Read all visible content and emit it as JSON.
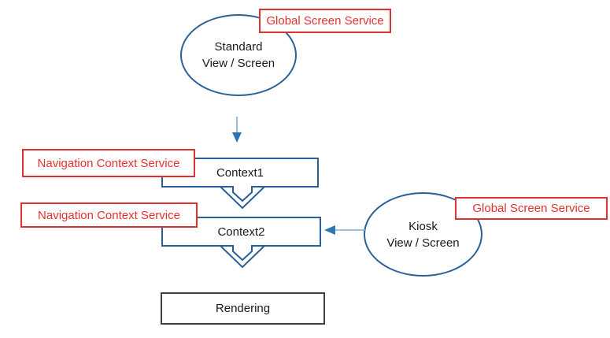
{
  "colors": {
    "shape_stroke": "#2a6099",
    "label_border": "#e03131",
    "label_text": "#e83030",
    "arrow_line": "#7aaede",
    "arrow_head": "#2e75b6",
    "rendering_border": "#3f3f3f",
    "text": "#1a1a1a"
  },
  "nodes": {
    "standard_screen": {
      "line1": "Standard",
      "line2": "View / Screen"
    },
    "kiosk_screen": {
      "line1": "Kiosk",
      "line2": "View / Screen"
    },
    "context1": {
      "label": "Context1"
    },
    "context2": {
      "label": "Context2"
    },
    "rendering": {
      "label": "Rendering"
    }
  },
  "annotations": {
    "global_screen_service_top": "Global Screen Service",
    "global_screen_service_right": "Global Screen Service",
    "navigation_context_service_1": "Navigation Context Service",
    "navigation_context_service_2": "Navigation Context Service"
  }
}
